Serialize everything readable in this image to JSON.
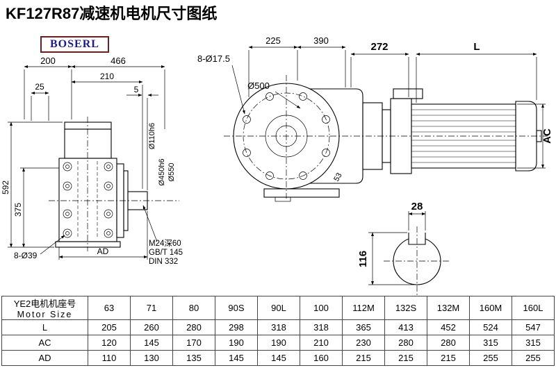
{
  "title": "KF127R87减速机电机尺寸图纸",
  "logo": "BOSERL",
  "front_view": {
    "dim_200": "200",
    "dim_466": "466",
    "dim_210": "210",
    "dim_5": "5",
    "dim_25": "25",
    "dim_592": "592",
    "dim_375": "375",
    "holes_label": "8-Ø39",
    "dim_ad": "AD",
    "dia_shaft": "Ø110h6",
    "dia_spigot": "Ø450h6",
    "dia_flange": "Ø550",
    "tap_note_line1": "M24深60",
    "tap_note_line2": "GB/T 145",
    "tap_note_line3": "DIN 332"
  },
  "side_view": {
    "dim_225": "225",
    "dim_390": "390",
    "holes_label": "8-Ø17.5",
    "dia_flange": "Ø500",
    "dim_272": "272",
    "dim_motor_length": "L",
    "dim_motor_diameter": "AC",
    "dim_53": "53"
  },
  "shaft_section": {
    "dim_key_width": "28",
    "dim_height": "116"
  },
  "table": {
    "header_cn": "YE2电机机座号",
    "header_en": "Motor Size",
    "columns": [
      "63",
      "71",
      "80",
      "90S",
      "90L",
      "100",
      "112M",
      "132S",
      "132M",
      "160M",
      "160L"
    ],
    "rows": [
      {
        "label": "L",
        "values": [
          "205",
          "260",
          "280",
          "298",
          "318",
          "318",
          "365",
          "413",
          "452",
          "524",
          "547"
        ]
      },
      {
        "label": "AC",
        "values": [
          "120",
          "145",
          "170",
          "190",
          "190",
          "210",
          "230",
          "280",
          "280",
          "315",
          "315"
        ]
      },
      {
        "label": "AD",
        "values": [
          "110",
          "130",
          "135",
          "145",
          "145",
          "160",
          "215",
          "215",
          "215",
          "255",
          "255"
        ]
      }
    ]
  }
}
